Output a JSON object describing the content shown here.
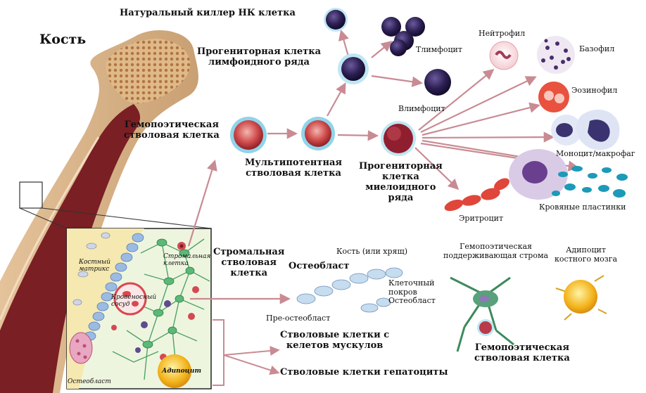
{
  "labels": {
    "bone": "Кость",
    "nk_cell": "Натуральный киллер НК клетка",
    "lymphoid_progenitor": "Прогениторная клетка\nлимфоидного ряда",
    "t_lymphocyte": "Тлимфоцит",
    "b_lymphocyte": "Влимфоцит",
    "neutrophil": "Нейтрофил",
    "basophil": "Базофил",
    "eosinophil": "Эозинофил",
    "monocyte_macrophage": "Моноцит/макрофаг",
    "hsc": "Гемопоэтическая\nстволовая клетка",
    "multipotent": "Мультипотентная\nстволовая клетка",
    "myeloid_progenitor": "Прогениторная\nклетка\nмиелоидного\nряда",
    "platelets": "Кровяные пластинки",
    "erythrocyte": "Эритроцит",
    "stromal_stem": "Стромальная\nстволовая\nклетка",
    "bone_or_cartilage": "Кость (или хрящ)",
    "osteoblast": "Остеобласт",
    "cell_cover": "Клеточный\nпокров\nОстеобласт",
    "pre_osteoblast": "Пре-остеобласт",
    "hsc_support_stroma": "Гемопоэтическая\nподдерживающая строма",
    "adipocyte_marrow": "Адипоцит\nкостного мозга",
    "muscle_stem": "Стволовые клетки с\nкелетов мускулов",
    "hepatocyte_stem": "Стволовые клетки гепатоциты",
    "hsc_bottom": "Гемопоэтическая\nстволовая клетка"
  },
  "inset": {
    "bone_matrix": "Костный\nматрикс",
    "stromal_cell": "Стромальная\nклетка",
    "blood_vessel": "Кровеносный\nсосуд",
    "osteoblast": "Остеобласт",
    "adipocyte": "Адипоцит"
  },
  "colors": {
    "bone_dark": "#7a1f24",
    "bone_light": "#e9c9a1",
    "arrow": "#c98b93",
    "lymph_dark": "#2a1e4c",
    "stem_red": "#c53a3f",
    "cyan_ring": "#8fd4ea"
  }
}
